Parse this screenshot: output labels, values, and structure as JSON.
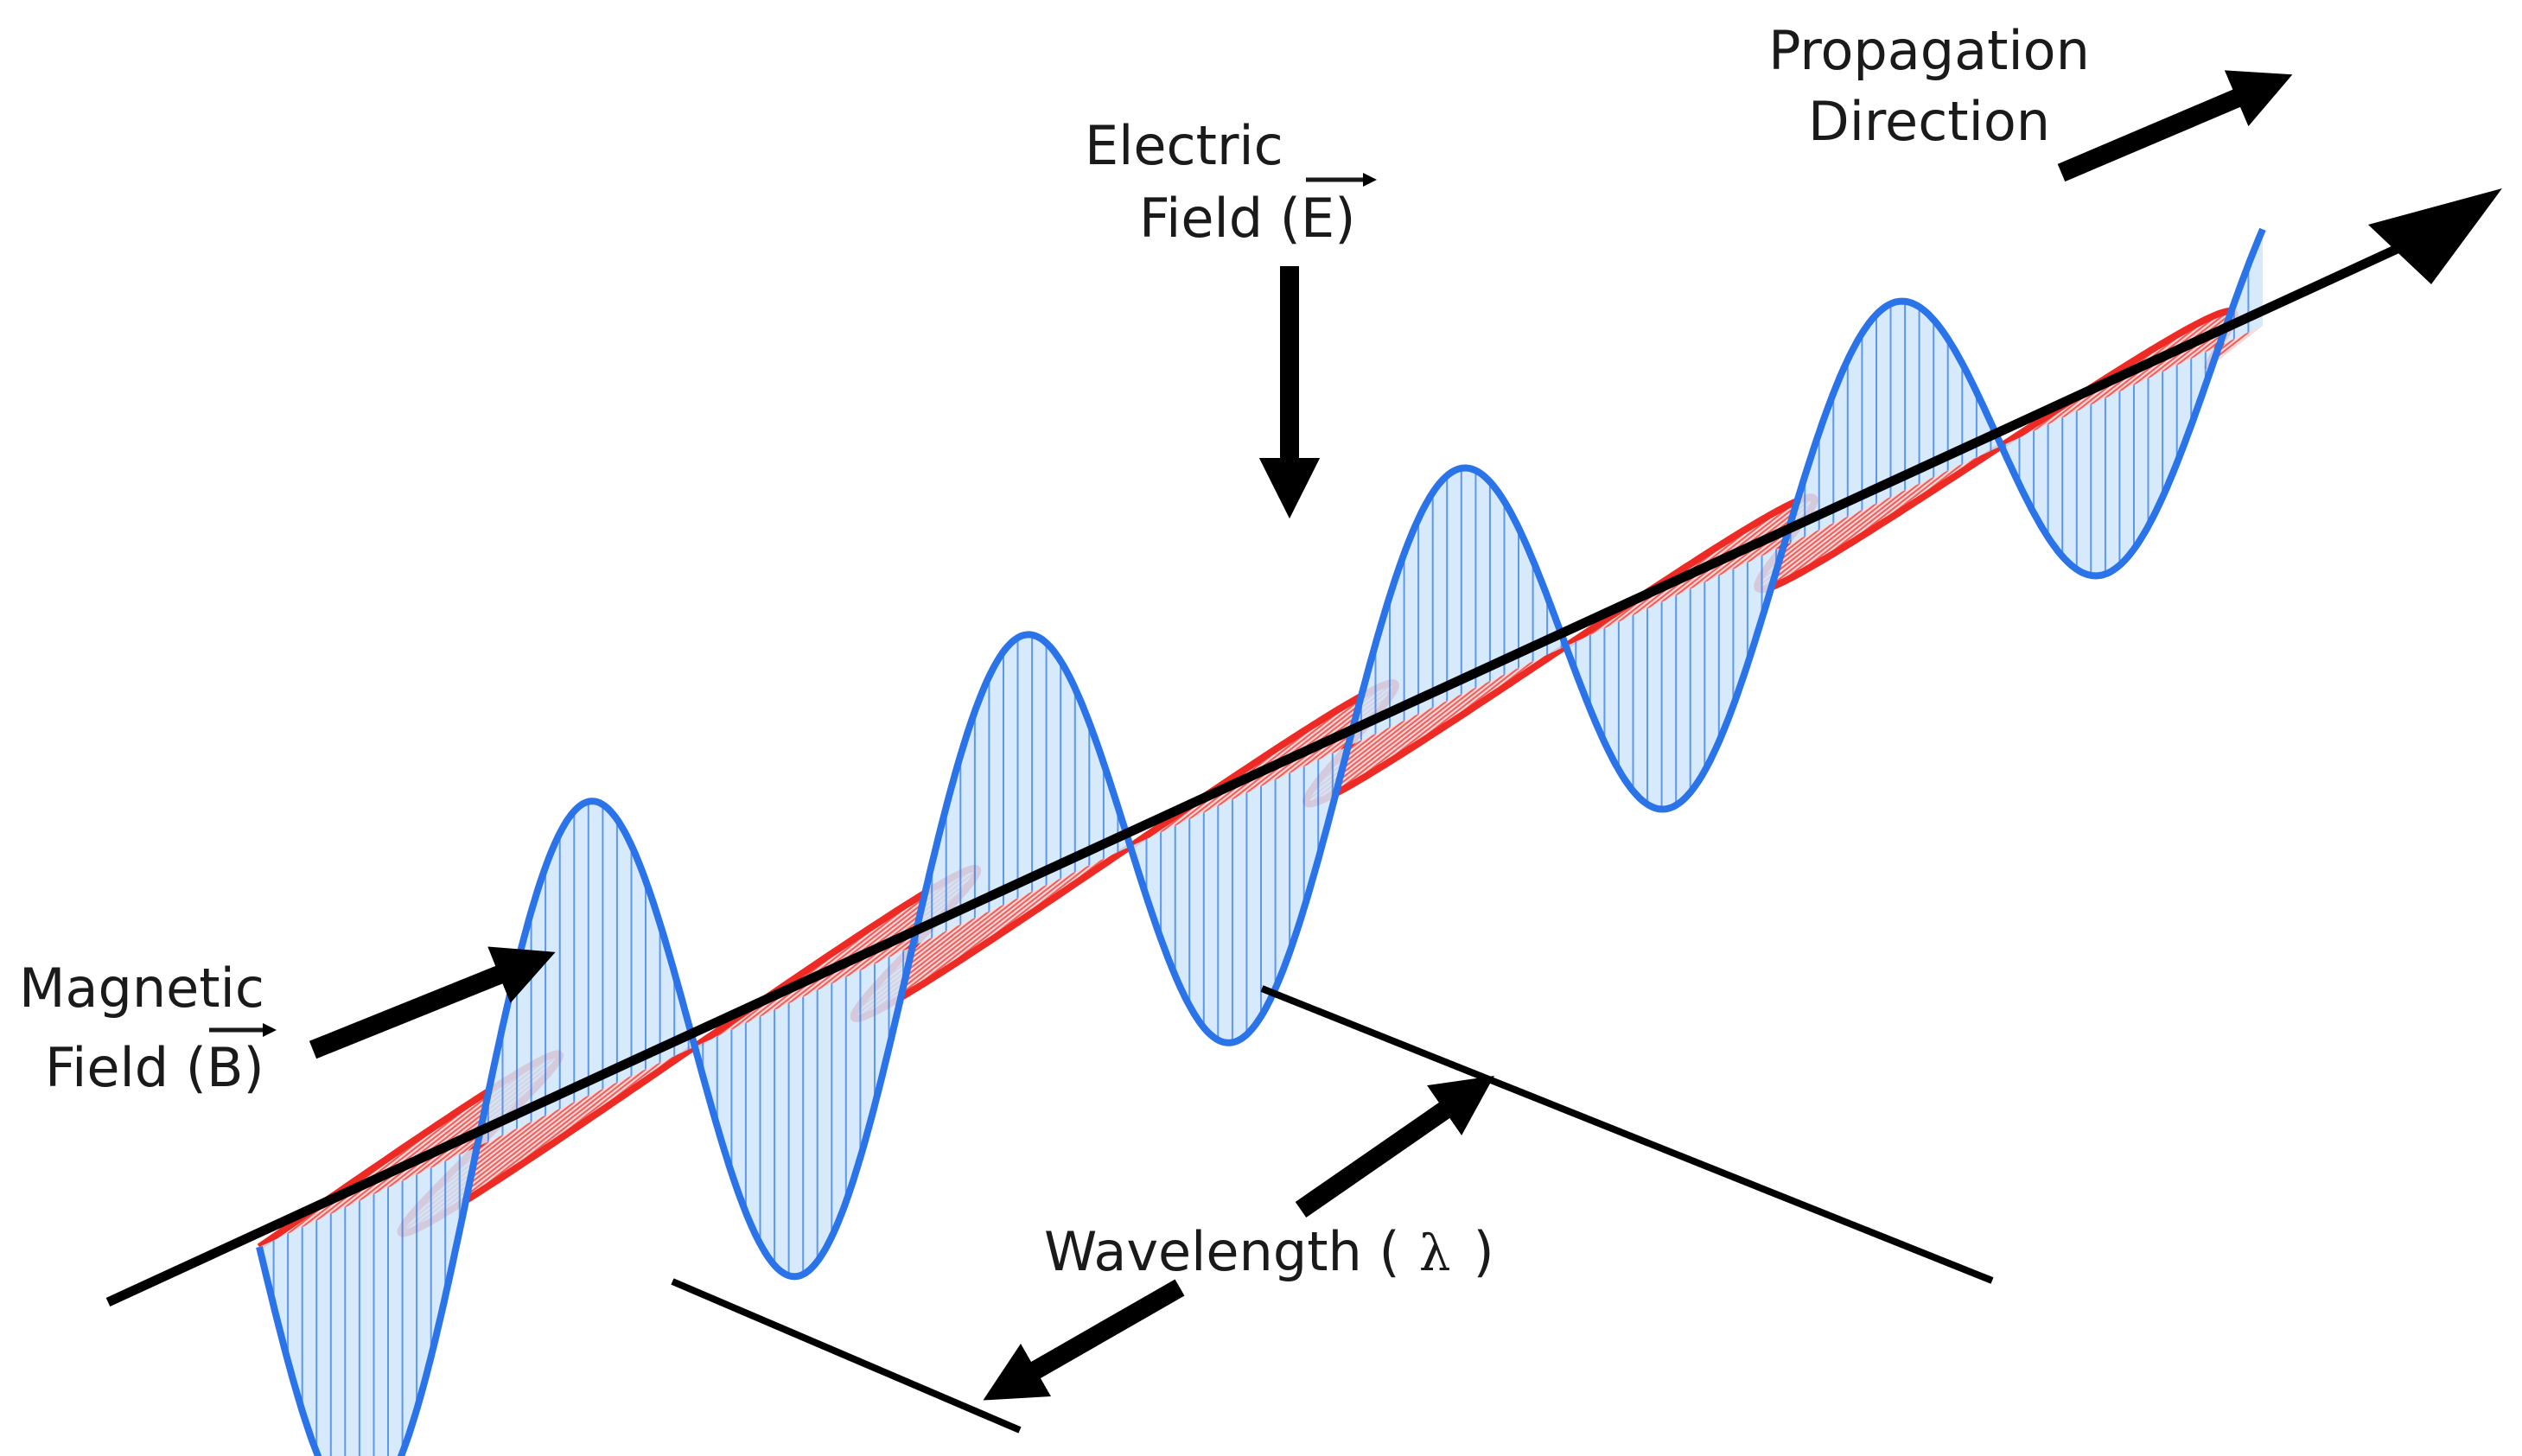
{
  "labels": {
    "propagation_line1": "Propagation",
    "propagation_line2": "Direction",
    "electric_line1": "Electric",
    "electric_line2": "Field (",
    "electric_symbol": "E",
    "electric_close": ")",
    "magnetic_line1": "Magnetic",
    "magnetic_line2": "Field (",
    "magnetic_symbol": "B",
    "magnetic_close": ")",
    "wavelength_text": "Wavelength (",
    "wavelength_symbol": "λ",
    "wavelength_close": ")"
  },
  "colors": {
    "electric": "#2a73e8",
    "electric_fill": "#cfe6fb",
    "magnetic": "#ee2a24",
    "magnetic_fill": "#fbd0d0",
    "axis": "#000000"
  }
}
